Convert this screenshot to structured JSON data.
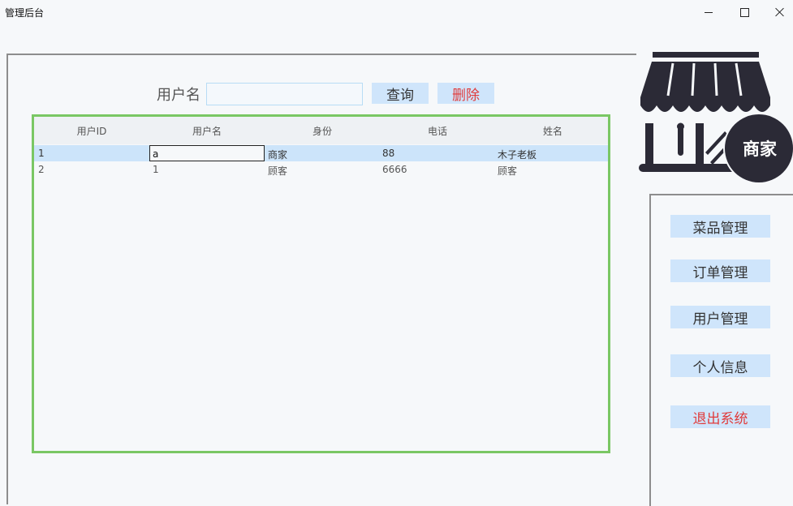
{
  "window": {
    "title": "管理后台"
  },
  "search": {
    "label": "用户名",
    "value": "",
    "placeholder": "",
    "query_label": "查询",
    "delete_label": "删除"
  },
  "table": {
    "columns": [
      "用户ID",
      "用户名",
      "身份",
      "电话",
      "姓名"
    ],
    "rows": [
      [
        "1",
        "a",
        "商家",
        "88",
        "木子老板"
      ],
      [
        "2",
        "1",
        "顾客",
        "6666",
        "顾客"
      ]
    ]
  },
  "logo": {
    "badge_text": "商家"
  },
  "sidebar": {
    "items": [
      {
        "label": "菜品管理"
      },
      {
        "label": "订单管理"
      },
      {
        "label": "用户管理"
      },
      {
        "label": "个人信息"
      },
      {
        "label": "退出系统"
      }
    ]
  },
  "colors": {
    "accent_button": "#cfe5fb",
    "danger_text": "#e03b3b",
    "table_border": "#7ac764",
    "selected_row": "#cce4fa",
    "logo_dark": "#2b2a36"
  }
}
